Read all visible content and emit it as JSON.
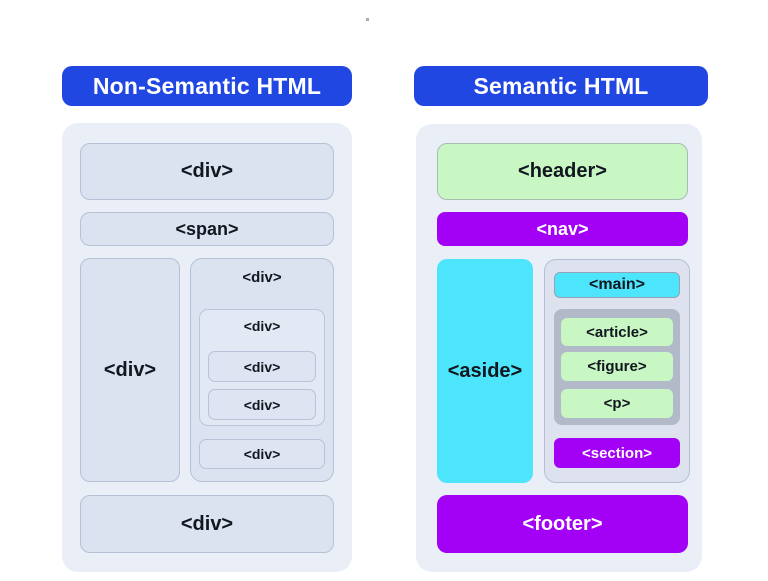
{
  "colors": {
    "badge_blue": "#2147e3",
    "panel_background": "#eaeef7",
    "nonsemantic_box_fill": "#dce3f0",
    "nonsemantic_box_border": "#b6c0d6",
    "semantic_green": "#c9f7c4",
    "semantic_purple": "#a201f5",
    "semantic_cyan": "#4de5fc",
    "semantic_gray_container": "#b2bac9",
    "text_dark": "#12161f",
    "text_white": "#ffffff"
  },
  "left": {
    "title": "Non-Semantic HTML",
    "top_box": "<div>",
    "span_box": "<span>",
    "side_box": "<div>",
    "column_label": "<div>",
    "group_label": "<div>",
    "nested_box_1": "<div>",
    "nested_box_2": "<div>",
    "column_bottom_box": "<div>",
    "bottom_box": "<div>"
  },
  "right": {
    "title": "Semantic HTML",
    "header_box": "<header>",
    "nav_box": "<nav>",
    "aside_box": "<aside>",
    "main_box": "<main>",
    "article_box": "<article>",
    "figure_box": "<figure>",
    "p_box": "<p>",
    "section_box": "<section>",
    "footer_box": "<footer>"
  }
}
